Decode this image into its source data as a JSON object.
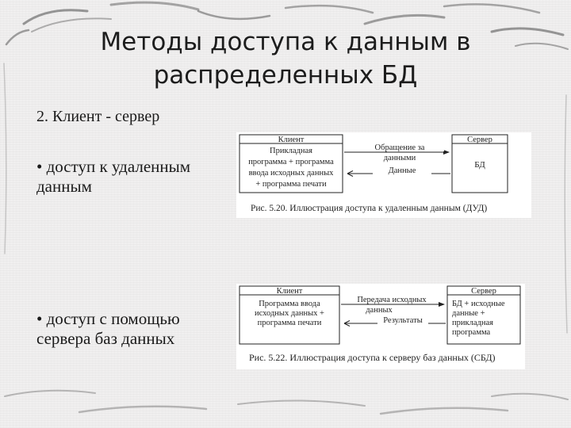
{
  "slide": {
    "title_line1": "Методы доступа к данным в",
    "title_line2": "распределенных БД",
    "subtitle": "2. Клиент - сервер",
    "bullet1": "• доступ к удаленным данным",
    "bullet2": "• доступ с помощью сервера баз данных"
  },
  "figure1": {
    "client_header": "Клиент",
    "client_line1": "Прикладная",
    "client_line2": "программа + программа",
    "client_line3": "ввода исходных данных",
    "client_line4": "+ программа печати",
    "arrow_top_line1": "Обращение за",
    "arrow_top_line2": "данными",
    "arrow_bottom": "Данные",
    "server_header": "Сервер",
    "server_body": "БД",
    "caption": "Рис. 5.20. Иллюстрация доступа к удаленным данным (ДУД)"
  },
  "figure2": {
    "client_header": "Клиент",
    "client_line1": "Программа ввода",
    "client_line2": "исходных данных +",
    "client_line3": "программа печати",
    "arrow_top_line1": "Передача исходных",
    "arrow_top_line2": "данных",
    "arrow_bottom": "Результаты",
    "server_header": "Сервер",
    "server_line1": "БД + исходные",
    "server_line2": "данные +",
    "server_line3": "прикладная",
    "server_line4": "программа",
    "caption": "Рис. 5.22. Иллюстрация доступа к серверу баз данных (СБД)"
  }
}
